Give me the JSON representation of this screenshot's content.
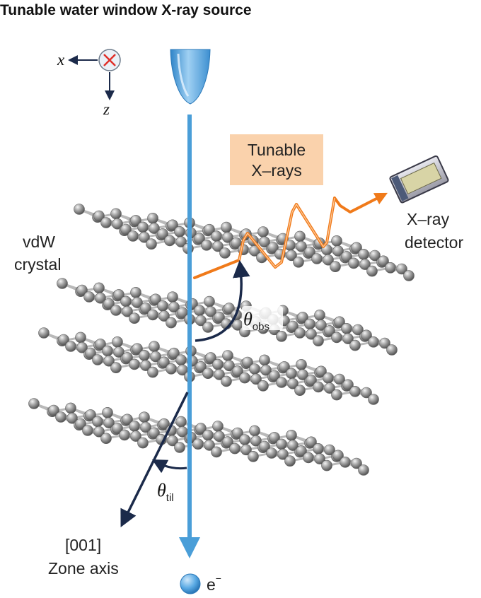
{
  "title": "Tunable water window X-ray source",
  "axes": {
    "x_label": "x",
    "z_label": "z"
  },
  "labels": {
    "tunable_line1": "Tunable",
    "tunable_line2": "X–rays",
    "detector_line1": "X–ray",
    "detector_line2": "detector",
    "crystal_line1": "vdW",
    "crystal_line2": "crystal",
    "zone_line1": "[001]",
    "zone_line2": "Zone axis",
    "electron": "e",
    "electron_sup": "−"
  },
  "angles": {
    "obs_symbol": "θ",
    "obs_sub": "obs",
    "til_symbol": "θ",
    "til_sub": "til"
  },
  "colors": {
    "beam": "#4a9ed8",
    "xray": "#f07a1a",
    "xray_box": "#fad2ac",
    "arrow": "#1b2a4a",
    "atom": "#8c8c8c"
  }
}
